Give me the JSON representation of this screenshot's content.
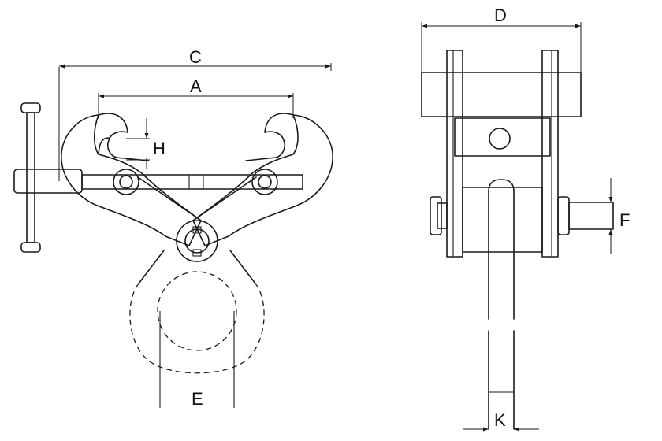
{
  "labels": {
    "A": "A",
    "C": "C",
    "H": "H",
    "E": "E",
    "D": "D",
    "F": "F",
    "K": "K"
  },
  "colors": {
    "line": "#1a1a1a",
    "background": "#ffffff"
  }
}
